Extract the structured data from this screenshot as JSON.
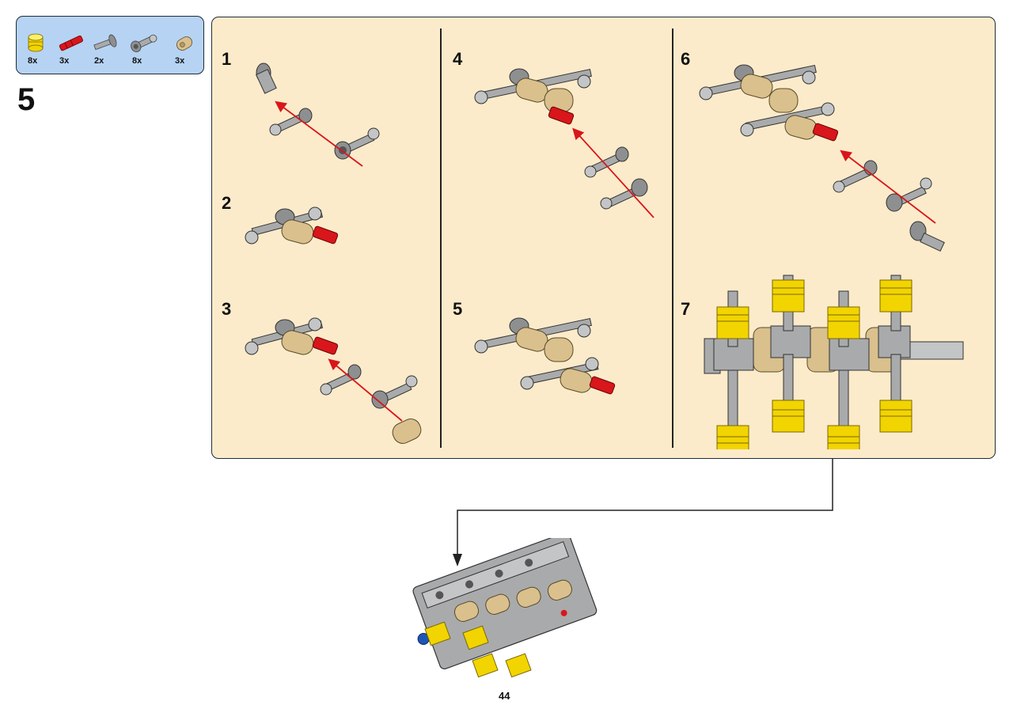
{
  "parts": [
    {
      "qty": "8x",
      "icon": "yellow-piston-icon"
    },
    {
      "qty": "3x",
      "icon": "red-axle-pin-icon"
    },
    {
      "qty": "2x",
      "icon": "gray-axle-icon"
    },
    {
      "qty": "8x",
      "icon": "gray-connector-arm-icon"
    },
    {
      "qty": "3x",
      "icon": "tan-crank-connector-icon"
    }
  ],
  "step_number": "5",
  "substeps": [
    {
      "number": "1"
    },
    {
      "number": "2"
    },
    {
      "number": "3"
    },
    {
      "number": "4"
    },
    {
      "number": "5"
    },
    {
      "number": "6"
    },
    {
      "number": "7"
    }
  ],
  "page_number": "44",
  "colors": {
    "panel_bg": "#fcebca",
    "parts_bg": "#b6d3f3",
    "gray_part": "#a9aaab",
    "tan_part": "#d9c08d",
    "red_part": "#d8161b",
    "yellow_part": "#f2d400",
    "arrow": "#d8161b"
  }
}
